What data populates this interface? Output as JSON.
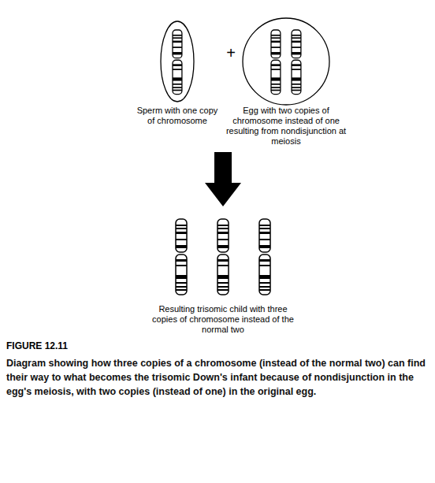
{
  "diagram": {
    "caption": "Diagram showing how three copies of a chromosome (instead of the normal two) can find their way to what becomes the trisomic Down's infant because of nondisjunction in the egg's meiosis, with two copies (instead of one) in the original egg.",
    "nodes": [
      {
        "text": [
          "Sperm with one copy of chromosome"
        ]
      },
      {
        "text": [
          "Egg with two copies of chromosome instead of one resulting from nondisjunction at meiosis"
        ]
      }
    ],
    "labels": [
      "+",
      "Resulting trisomic child with three copies of chromosome instead of the normal two",
      "FIGURE 12.11"
    ]
  }
}
